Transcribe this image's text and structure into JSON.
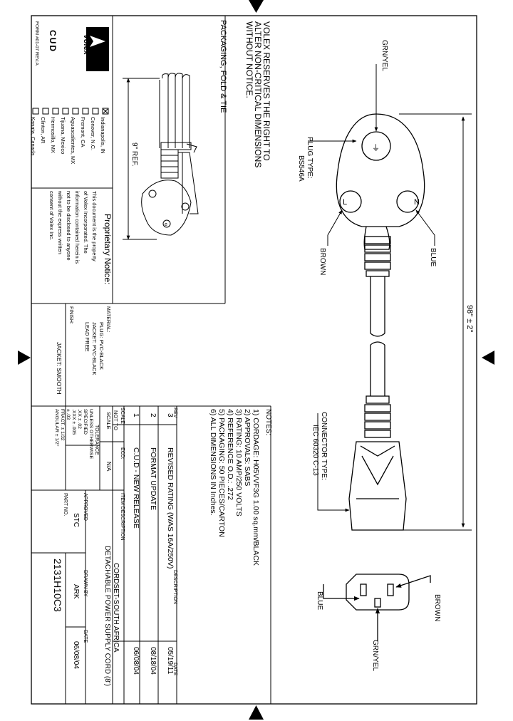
{
  "company": {
    "logo_text": "Volex",
    "division": "CUD",
    "form_no": "FORM #01-07 REV.A"
  },
  "locations": [
    {
      "name": "Indianapolis, IN",
      "checked": true
    },
    {
      "name": "Conover, N.C.",
      "checked": false
    },
    {
      "name": "Fremont, CA",
      "checked": false
    },
    {
      "name": "Aguascalientes, MX",
      "checked": false
    },
    {
      "name": "Tijuana, Mexico",
      "checked": false
    },
    {
      "name": "Hermosillo, MX",
      "checked": false
    },
    {
      "name": "Clinton, AR",
      "checked": false
    },
    {
      "name": "Kanata, Canada",
      "checked": false
    }
  ],
  "proprietary": {
    "title": "Proprietary Notice:",
    "lines": [
      "This document is the property",
      "of Volex Incorporated. The",
      "information contained herein is",
      "not to be disclosed to anyone",
      "without the express written",
      "consent of Volex Inc."
    ]
  },
  "packaging": {
    "title": "PACKAGING, FOLD & TIE",
    "ref_dim": "9\" REF."
  },
  "disclaimer": [
    "VOLEX RESERVES THE RIGHT TO",
    "ALTER NON-CRITICAL DIMENSIONS",
    "WITHOUT NOTICE."
  ],
  "plug": {
    "type_label": [
      "PLUG TYPE:",
      "BS546A"
    ],
    "earth": "GRN/YEL",
    "live": "BROWN",
    "neutral": "BLUE",
    "live_letter": "L",
    "neutral_letter": "N"
  },
  "cord_length": "98\" ± 2\"",
  "connector": {
    "type_label": [
      "CONNECTOR TYPE:",
      "IEC 60320 C-13"
    ],
    "left": "BLUE",
    "right": "BROWN",
    "bottom": "GRN/YEL"
  },
  "notes": {
    "title": "NOTES:",
    "items": [
      "1) CORDAGE: H05VVF3G 1.00 sq.mm/BLACK",
      "2) APPROVALS: SABS",
      "3) RATING: 10 AMP/250 VOLTS",
      "4) REFERENCE O.D.: .272",
      "5) PACKAGING: 50 PIECES/CARTON",
      "6) ALL DIMENSIONS IN Inches."
    ]
  },
  "material": {
    "label": "MATERIAL:",
    "lines": [
      "PLUG: PVC-BLACK",
      "JACKET: PVC-BLACK",
      "LEAD FREE"
    ]
  },
  "finish": {
    "label": "FINISH:",
    "value": "JACKET: SMOOTH"
  },
  "revisions": {
    "headers": {
      "rev": "REV",
      "description": "DESCRIPTION",
      "date": "DATE"
    },
    "rows": [
      {
        "rev": "3",
        "description": "REVISED RATING (WAS 16A/250V)",
        "date": "05/19/11"
      },
      {
        "rev": "2",
        "description": "FORMAT UPDATE",
        "date": "08/18/04"
      },
      {
        "rev": "1",
        "description": "C.U.D - NEW RELEASE",
        "date": "06/08/04"
      }
    ]
  },
  "title_block": {
    "scale_label": "SCALE:",
    "scale_value": "NOT TO SCALE",
    "ecd_label": "ECD:",
    "ecd_value": "N/A",
    "tolerance_title": "TOLERANCE",
    "tolerance_lines": [
      "UNLESS OTHERWISE",
      "SPECIFIED",
      ".XX ± .02",
      ".XXX ± .005",
      "± .03",
      "FRACT. ± 1/32",
      "ANGULAR ± 1/2°"
    ],
    "item_desc_label": "ITEM DESCRIPTION",
    "item_desc": [
      "CORDSET-SOUTH AFRICA",
      "DETACHABLE POWER SUPPLY CORD (8')"
    ],
    "approved_label": "APPROVED",
    "approved": "STC",
    "drawn_label": "DRAWN BY",
    "drawn": "ARK",
    "date_label": "DATE",
    "date": "06/08/04",
    "part_label": "PART NO.",
    "part_no": "2131H10C3"
  }
}
